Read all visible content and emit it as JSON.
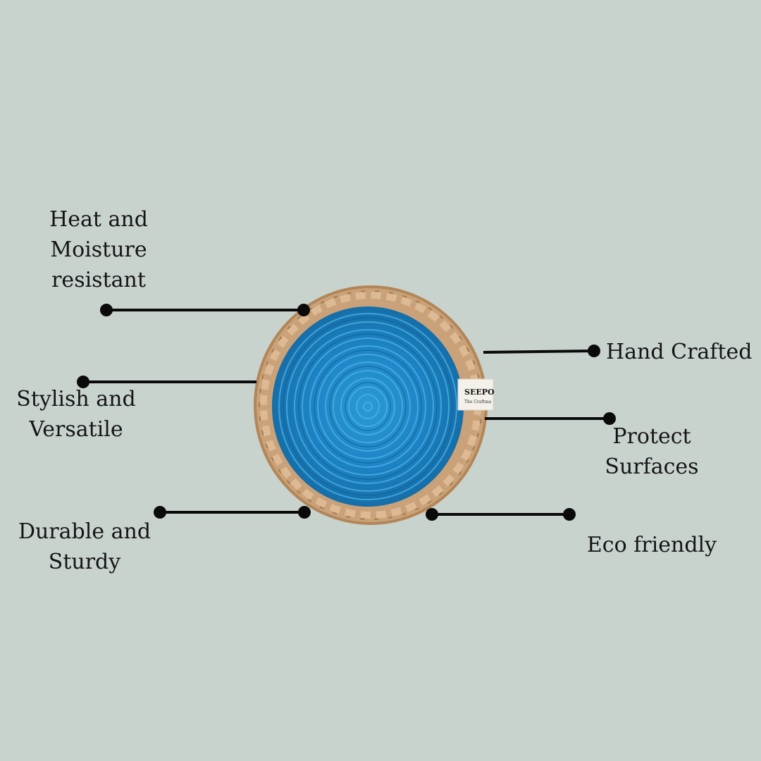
{
  "product": {
    "brand_tag": "SEEPO",
    "brand_tag_sub": "The Craftma",
    "colors": {
      "background": "#c9d3ce",
      "coaster_blue": "#1f86c8",
      "jute": "#caa27a",
      "line": "#0a0a0a"
    }
  },
  "features": {
    "heat_moisture": "Heat and\nMoisture\nresistant",
    "stylish": "Stylish and\nVersatile",
    "durable": "Durable and\nSturdy",
    "hand_crafted": "Hand Crafted",
    "protect": "Protect\nSurfaces",
    "eco": "Eco friendly"
  }
}
